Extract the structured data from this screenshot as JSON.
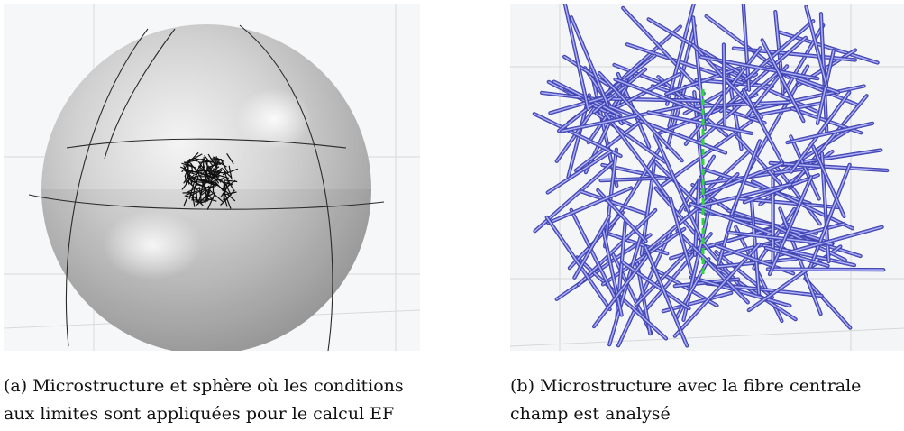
{
  "figure": {
    "subfigure_a": {
      "caption_line1": "(a) Microstructure et sphère où les conditions",
      "caption_line2": "aux limites sont appliquées pour le calcul EF",
      "colors": {
        "sphere": "#c8c8c8",
        "fibers": "#111111",
        "background": "#f6f7f8"
      }
    },
    "subfigure_b": {
      "caption_line1": "(b) Microstructure avec la fibre centrale",
      "caption_line2": "champ est analysé",
      "colors": {
        "fibers": "#6b6fd9",
        "central_fiber": "#22cc33",
        "background": "#f4f5f6"
      }
    }
  }
}
